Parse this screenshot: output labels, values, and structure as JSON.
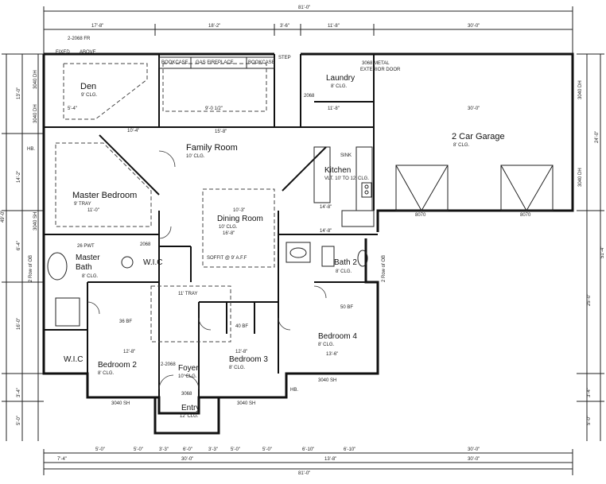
{
  "rooms": {
    "den": {
      "name": "Den",
      "ceiling": "9' CLG."
    },
    "laundry": {
      "name": "Laundry",
      "ceiling": "8' CLG."
    },
    "family_room": {
      "name": "Family Room",
      "ceiling": "10' CLG."
    },
    "garage": {
      "name": "2 Car Garage",
      "ceiling": "8' CLG."
    },
    "master_bedroom": {
      "name": "Master Bedroom",
      "ceiling": "9' TRAY"
    },
    "kitchen": {
      "name": "Kitchen",
      "ceiling": "VLT. 10' TO 12' CLG."
    },
    "dining_room": {
      "name": "Dining Room",
      "ceiling": "10' CLG."
    },
    "master_bath": {
      "name": "Master",
      "name2": "Bath",
      "ceiling": "8' CLG."
    },
    "wic_upper": {
      "name": "W.I.C"
    },
    "wic_lower": {
      "name": "W.I.C"
    },
    "bath2": {
      "name": "Bath 2",
      "ceiling": "8' CLG."
    },
    "bedroom2": {
      "name": "Bedroom 2",
      "ceiling": "8' CLG."
    },
    "bedroom3": {
      "name": "Bedroom 3",
      "ceiling": "8' CLG."
    },
    "bedroom4": {
      "name": "Bedroom 4",
      "ceiling": "8' CLG."
    },
    "foyer": {
      "name": "Foyer",
      "ceiling": "10' CLG."
    },
    "entry": {
      "name": "Entry",
      "ceiling": "12' CLG."
    }
  },
  "notes": {
    "bookcase_left": "BOOKCASE",
    "bookcase_right": "BOOKCASE",
    "gas_fireplace": "GAS FIREPLACE",
    "step": "STEP",
    "metal_door": "3068 METAL",
    "metal_door2": "EXTERIOR DOOR",
    "fr_door": "2-2068 FR",
    "fixed": "FIXED",
    "above": "ABOVE",
    "soffit": "SOFFIT @ 9' A.F.F",
    "tray": "11' TRAY",
    "rod_pwt": "26 PWT",
    "ct36": "36 BF",
    "bf40": "40 BF",
    "bf50": "50 BF",
    "hb1": "HB.",
    "hb2": "HB.",
    "row_ob_left": "2 Row of OB",
    "row_ob_right": "2 Row of OB",
    "sink": "SINK",
    "d2068": "2-2068",
    "d3068": "3068",
    "d2068b": "2068",
    "d2068c": "2068"
  },
  "windows": [
    "3040 DH",
    "3040 DH",
    "3040 SH",
    "3040 DH",
    "3040 DH",
    "3040 SH",
    "3040 SH",
    "3040 SH"
  ],
  "garage_doors": [
    "8070",
    "8070"
  ],
  "dims": {
    "top_total": "81'-0\"",
    "top_a": "17'-8\"",
    "top_b": "18'-2\"",
    "top_c": "3'-6\"",
    "top_d": "11'-8\"",
    "top_e": "30'-0\"",
    "bot_total": "81'-0\"",
    "bot_a": "7'-4\"",
    "bot_b": "30'-0\"",
    "bot_c": "13'-8\"",
    "bot_d": "30'-0\"",
    "bot_r1a": "5'-0\"",
    "bot_r1b": "5'-0\"",
    "bot_r1c": "3'-3\"",
    "bot_r1d": "6'-0\"",
    "bot_r1e": "3'-3\"",
    "bot_r1f": "5'-0\"",
    "bot_r1g": "5'-0\"",
    "bot_r1h": "6'-10\"",
    "bot_r1i": "6'-10\"",
    "bot_r1j": "30'-0\"",
    "left_total": "49'-0\"",
    "left_a": "13'-0\"",
    "left_b": "14'-2\"",
    "left_c": "6'-4\"",
    "left_d": "16'-0\"",
    "left_e": "3'-4\"",
    "left_f": "5'-0\"",
    "right_a": "24'-0\"",
    "right_b": "51'-4\"",
    "right_c": "25'-0\"",
    "right_d": "3'-4\"",
    "right_e": "5'-0\"",
    "family_w": "15'-8\"",
    "family_w2": "9'-0 1/2\"",
    "den_d1": "5'-4\"",
    "den_d2": "10'-4\"",
    "master_d": "11'-0\"",
    "dining_d": "10'-3\"",
    "dining_d2": "16'-8\"",
    "kitchen_d": "14'-8\"",
    "kitchen_d2": "14'-8\"",
    "bed2_w": "12'-8\"",
    "bed3_w": "12'-8\"",
    "bed4_w": "13'-6\"",
    "laundry_w": "11'-8\"",
    "garage_w": "30'-0\""
  }
}
